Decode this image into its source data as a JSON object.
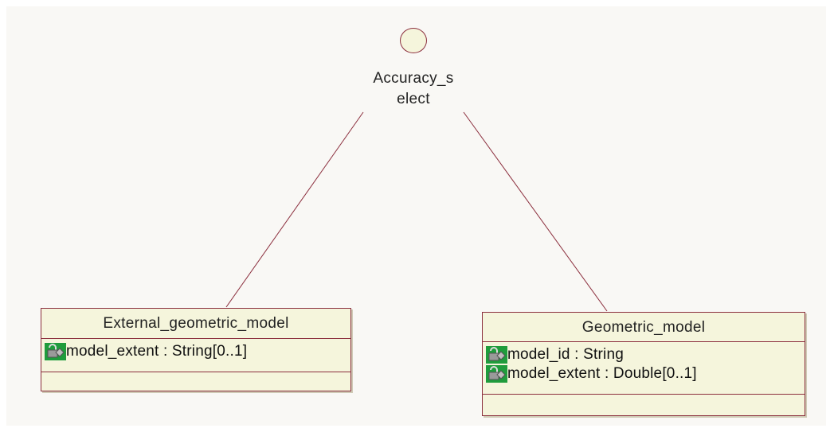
{
  "interface": {
    "name_line1": "Accuracy_s",
    "name_line2": "elect"
  },
  "classes": [
    {
      "name": "External_geometric_model",
      "attributes": [
        {
          "icon": "protected-attribute-icon",
          "text": "model_extent : String[0..1]"
        }
      ]
    },
    {
      "name": "Geometric_model",
      "attributes": [
        {
          "icon": "protected-attribute-icon",
          "text": "model_id : String"
        },
        {
          "icon": "protected-attribute-icon",
          "text": "model_extent : Double[0..1]"
        }
      ]
    }
  ],
  "colors": {
    "border": "#8b2e3d",
    "fill": "#f5f5dc",
    "background": "#f9f8f5",
    "icon_green": "#1f9c3c"
  }
}
